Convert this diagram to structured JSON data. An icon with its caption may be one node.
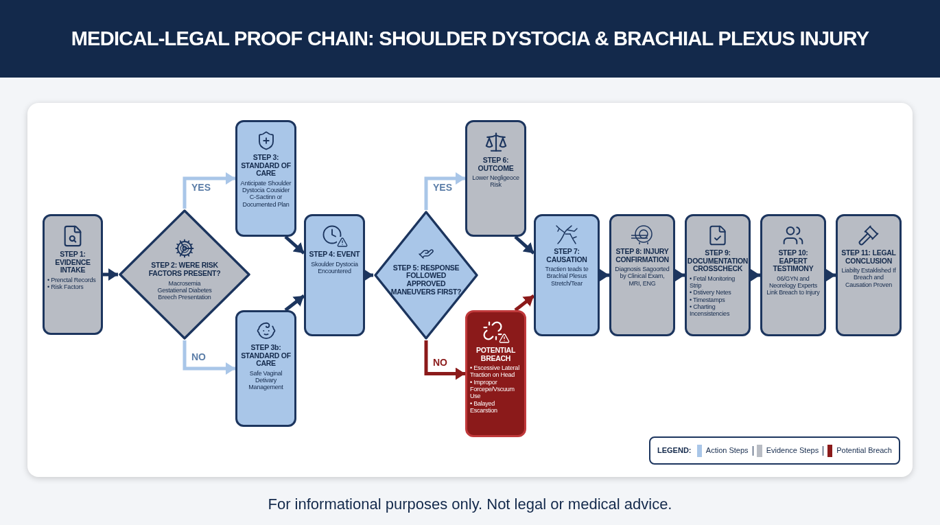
{
  "diagram": {
    "title": "MEDICAL-LEGAL PROOF CHAIN: SHOULDER DYSTOCIA & BRACHIAL PLEXUS INJURY",
    "caption": "For informational purposes only. Not legal or medical advice.",
    "nodes": [
      {
        "text": [
          "STEP 1: EVIDENCE INTAKE",
          "• Prenctal Records",
          "• Risk Factors"
        ]
      },
      {
        "text": [
          "STEP 2: WERE RISK FACTORS PRESENT?",
          "Macrosemia",
          "Gestatienal Diabetes",
          "Breech Presentation"
        ]
      },
      {
        "text": [
          "STEP 3: STANDARD OF CARE",
          "Anticipate Shoulder Dystocia Cousider C-Sactinn or Documented Plan"
        ]
      },
      {
        "text": [
          "STEP 3b: STANDARD OF CARE",
          "Safe Vaginal Detivary Management"
        ]
      },
      {
        "text": [
          "STEP 4: EVENT",
          "Skoulder Dystocia Encountered"
        ]
      },
      {
        "text": [
          "STEP 5: RESPONSE FOLLOWED APPROVED MANEUVERS FIRST?"
        ]
      },
      {
        "text": [
          "STEP 6: OUTCOME",
          "Lower Negligeoce Risk"
        ]
      },
      {
        "text": [
          "POTENTIAL BREACH",
          "• Escessive Lateral Traction on Head",
          "• Impropor Forcepe/Vscuum Use",
          "• Balayed Escarstion"
        ]
      },
      {
        "text": [
          "STEP 7: CAUSATION",
          "Tractien teads te Braclrial Plesus Stretch/Tear"
        ]
      },
      {
        "text": [
          "STEP 8: INJURY CONFIRMATION",
          "Diagnosis Sagoorted by Clinical Exam, MRI, ENG"
        ]
      },
      {
        "text": [
          "STEP 9: DOCUMENTATION CROSSCHECK",
          "• Fetal Monitoring Strip",
          "• Dstivery Netes",
          "• Timestamps",
          "• Charting Incensistencies"
        ]
      },
      {
        "text": [
          "STEP 10: EAPERT TESTIMONY",
          "06/GYN and Neorelogy Experts Link Breach to Injury"
        ]
      },
      {
        "text": [
          "STEP 11: LEGAL CONCLUSION",
          "Liabilty Estaklished If Breach and Causation Proven"
        ]
      }
    ],
    "edges": [
      {
        "from": 0,
        "to": 1,
        "arrow": "to"
      },
      {
        "from": 1,
        "to": 2,
        "arrow": "to",
        "label": "YES",
        "color": "#a9c6e8"
      },
      {
        "from": 1,
        "to": 3,
        "arrow": "to",
        "label": "NO",
        "color": "#a9c6e8"
      },
      {
        "from": 2,
        "to": 4,
        "arrow": "to"
      },
      {
        "from": 3,
        "to": 4,
        "arrow": "to"
      },
      {
        "from": 4,
        "to": 5,
        "arrow": "to"
      },
      {
        "from": 5,
        "to": 6,
        "arrow": "to",
        "label": "YES",
        "color": "#a9c6e8"
      },
      {
        "from": 5,
        "to": 7,
        "arrow": "to",
        "label": "NO",
        "color": "#8b1a1a"
      },
      {
        "from": 6,
        "to": 8,
        "arrow": "to"
      },
      {
        "from": 7,
        "to": 8,
        "arrow": "to",
        "color": "#8b1a1a"
      },
      {
        "from": 8,
        "to": 9,
        "arrow": "to"
      },
      {
        "from": 9,
        "to": 10,
        "arrow": "to"
      },
      {
        "from": 10,
        "to": 11,
        "arrow": "to"
      },
      {
        "from": 11,
        "to": 12,
        "arrow": "to"
      }
    ],
    "labels": [
      "LEGEND:"
    ],
    "legend": [
      {
        "text": "Action Steps",
        "color": "#a9c6e8"
      },
      {
        "text": "Evidence Steps",
        "color": "#b8bcc4"
      },
      {
        "text": "Potential Breach",
        "color": "#8b1a1a"
      }
    ]
  }
}
